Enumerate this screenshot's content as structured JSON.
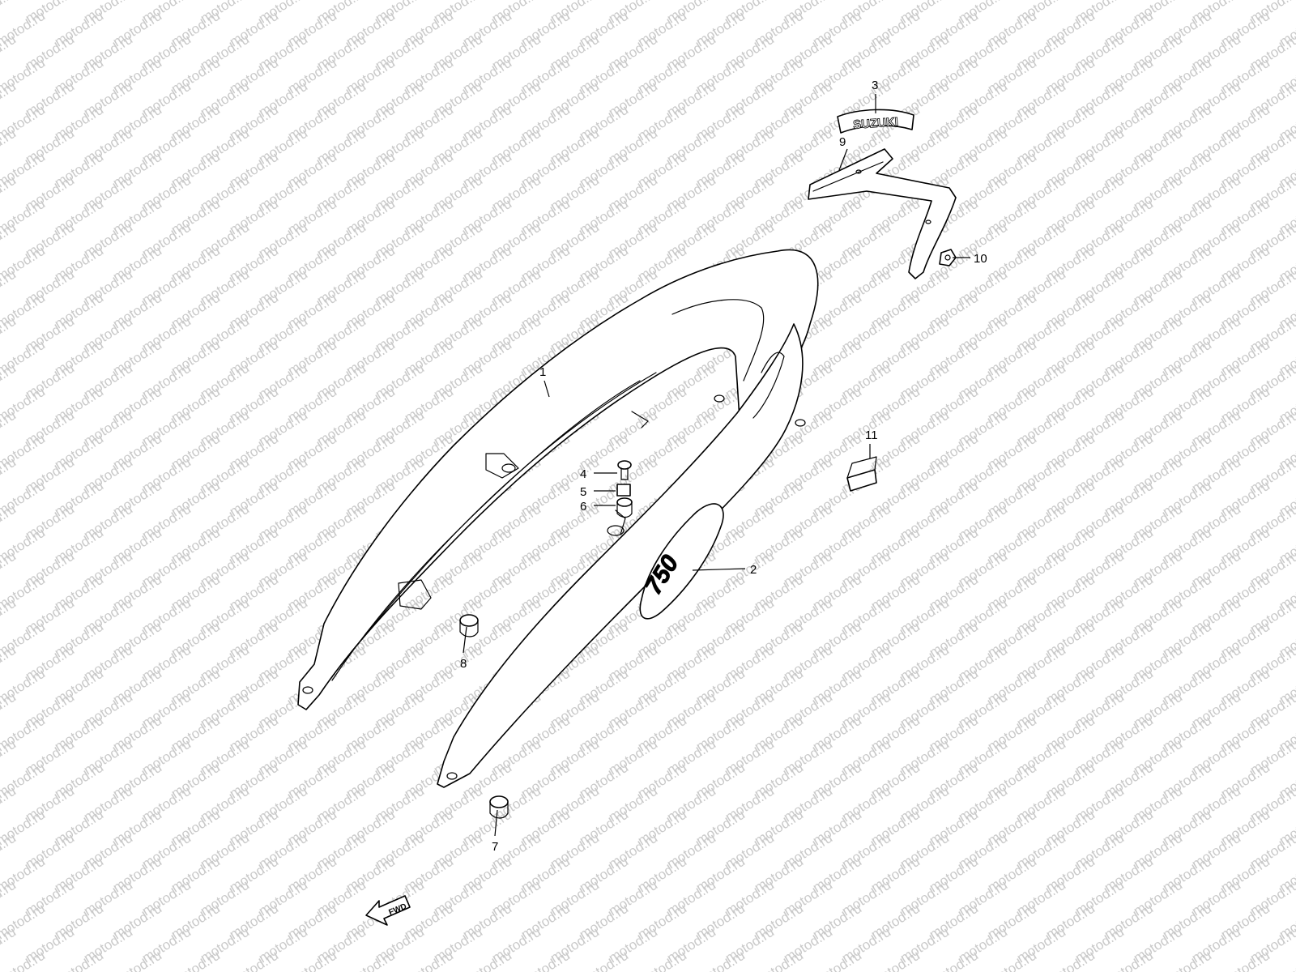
{
  "watermark": {
    "text": "motod.ru",
    "color": "#c9c9c9"
  },
  "emblems": {
    "brand": "SUZUKI",
    "model": "750",
    "arrow": "FWD"
  },
  "callouts": [
    {
      "id": "1",
      "part": "seat-tail-cover"
    },
    {
      "id": "2",
      "part": "model-emblem"
    },
    {
      "id": "3",
      "part": "brand-emblem"
    },
    {
      "id": "4",
      "part": "bolt"
    },
    {
      "id": "5",
      "part": "spacer"
    },
    {
      "id": "6",
      "part": "cushion"
    },
    {
      "id": "7",
      "part": "cushion"
    },
    {
      "id": "8",
      "part": "cushion"
    },
    {
      "id": "9",
      "part": "tail-bracket"
    },
    {
      "id": "10",
      "part": "nut"
    },
    {
      "id": "11",
      "part": "pad"
    }
  ],
  "colors": {
    "line": "#000000",
    "background": "#ffffff"
  }
}
